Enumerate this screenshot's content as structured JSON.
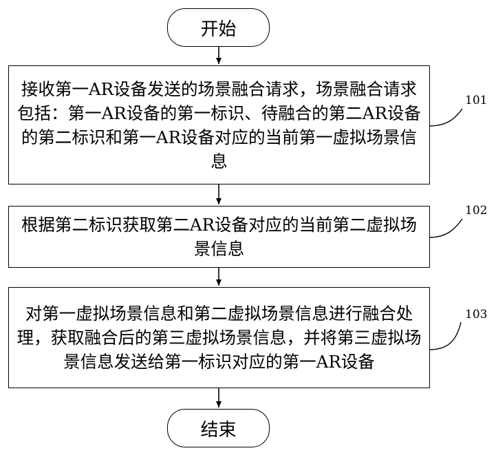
{
  "start": {
    "label": "开始"
  },
  "end": {
    "label": "结束"
  },
  "steps": [
    {
      "id": "101",
      "text": "接收第一AR设备发送的场景融合请求，场景融合请求包括：第一AR设备的第一标识、待融合的第二AR设备的第二标识和第一AR设备对应的当前第一虚拟场景信息"
    },
    {
      "id": "102",
      "text": "根据第二标识获取第二AR设备对应的当前第二虚拟场景信息"
    },
    {
      "id": "103",
      "text": "对第一虚拟场景信息和第二虚拟场景信息进行融合处理，获取融合后的第三虚拟场景信息，并将第三虚拟场景信息发送给第一标识对应的第一AR设备"
    }
  ]
}
